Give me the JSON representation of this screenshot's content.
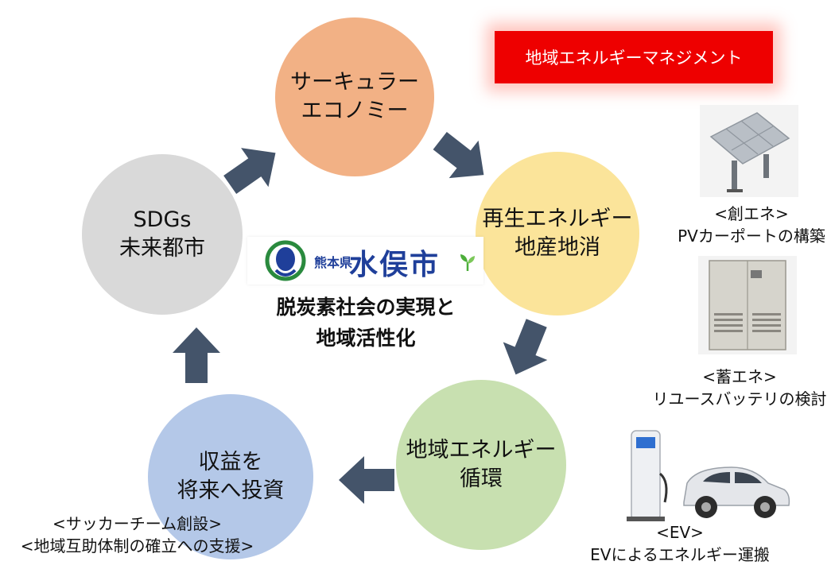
{
  "banner": "地域エネルギーマネジメント",
  "circles": {
    "top": [
      "サーキュラー",
      "エコノミー"
    ],
    "right": [
      "再生エネルギー",
      "地産地消"
    ],
    "bottom": [
      "地域エネルギー",
      "循環"
    ],
    "left_bottom": [
      "収益を",
      "将来へ投資"
    ],
    "left": [
      "SDGs",
      "未来都市"
    ]
  },
  "logo": {
    "prefecture": "熊本県",
    "city": "水俣市"
  },
  "center": [
    "脱炭素社会の実現と",
    "地域活性化"
  ],
  "side_items": {
    "pv": {
      "title": "<創エネ>",
      "desc": "PVカーポートの構築"
    },
    "battery": {
      "title": "<蓄エネ>",
      "desc": "リユースバッテリの検討"
    },
    "ev": {
      "title": "<EV>",
      "desc": "EVによるエネルギー運搬"
    }
  },
  "social": [
    "<サッカーチーム創設>",
    "<地域互助体制の確立への支援>"
  ],
  "colors": {
    "arrow": "#44546a",
    "circle_top": "#f2b185",
    "circle_right": "#fbe49a",
    "circle_bottom": "#c8e0b0",
    "circle_left_bottom": "#b4c8e8",
    "circle_left": "#d9d9d9",
    "banner": "#ee0000"
  }
}
